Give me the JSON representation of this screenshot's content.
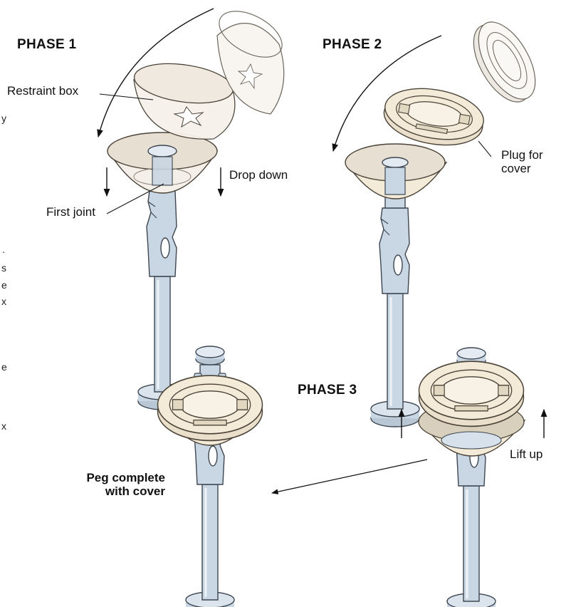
{
  "colors": {
    "peg_fill": "#c9d6e3",
    "peg_stroke": "#3d4651",
    "cream": "#f3ead8",
    "cream_stroke": "#4a4237",
    "clear_fill": "#f4efe8",
    "bowl_inner": "#e6dfd2"
  },
  "phases": {
    "p1": "PHASE 1",
    "p2": "PHASE 2",
    "p3": "PHASE 3"
  },
  "labels": {
    "restraint_box": "Restraint box",
    "drop_down": "Drop down",
    "first_joint": "First joint",
    "plug_line1": "Plug for",
    "plug_line2": "cover",
    "lift_up": "Lift up",
    "peg_line1": "Peg complete",
    "peg_line2": "with cover"
  },
  "edge_marks": [
    "y",
    ".",
    "s",
    "e",
    "x",
    "e",
    "x"
  ]
}
